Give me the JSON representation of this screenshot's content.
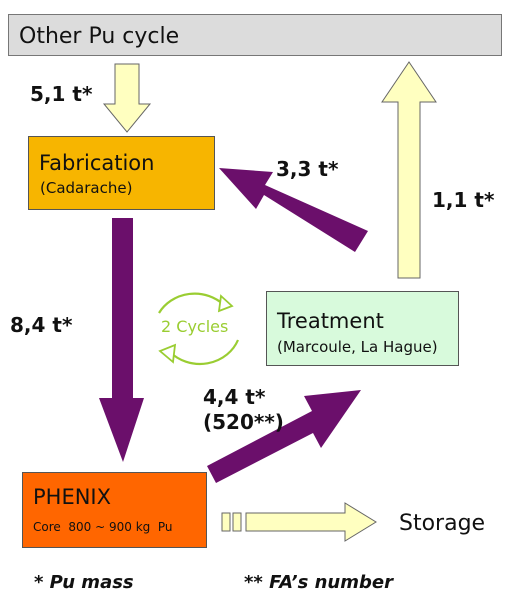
{
  "header": {
    "title": "Other Pu cycle"
  },
  "nodes": {
    "fabrication": {
      "title": "Fabrication",
      "subtitle": "(Cadarache)"
    },
    "treatment": {
      "title": "Treatment",
      "subtitle": "(Marcoule, La Hague)"
    },
    "phenix": {
      "title": "PHENIX",
      "subtitle": "Core  800 ~ 900 kg  Pu"
    },
    "storage": {
      "title": "Storage"
    }
  },
  "flows": {
    "other_to_fabrication": "5,1 t*",
    "treatment_to_fabrication": "3,3 t*",
    "treatment_to_other": "1,1 t*",
    "fabrication_to_phenix": "8,4 t*",
    "phenix_to_treatment_line1": "4,4 t*",
    "phenix_to_treatment_line2": "(520**)"
  },
  "cycle": {
    "label": "2 Cycles"
  },
  "legend": {
    "pu_mass": "* Pu mass",
    "fa_number": "** FA’s number"
  },
  "colors": {
    "header_fill": "#dcdcdc",
    "fabrication_fill": "#f7b500",
    "treatment_fill": "#d8fadc",
    "phenix_fill": "#ff6600",
    "purple_arrow": "#6b0f6b",
    "yellow_arrow": "#ffffc0",
    "cycle_green": "#9acd32"
  }
}
